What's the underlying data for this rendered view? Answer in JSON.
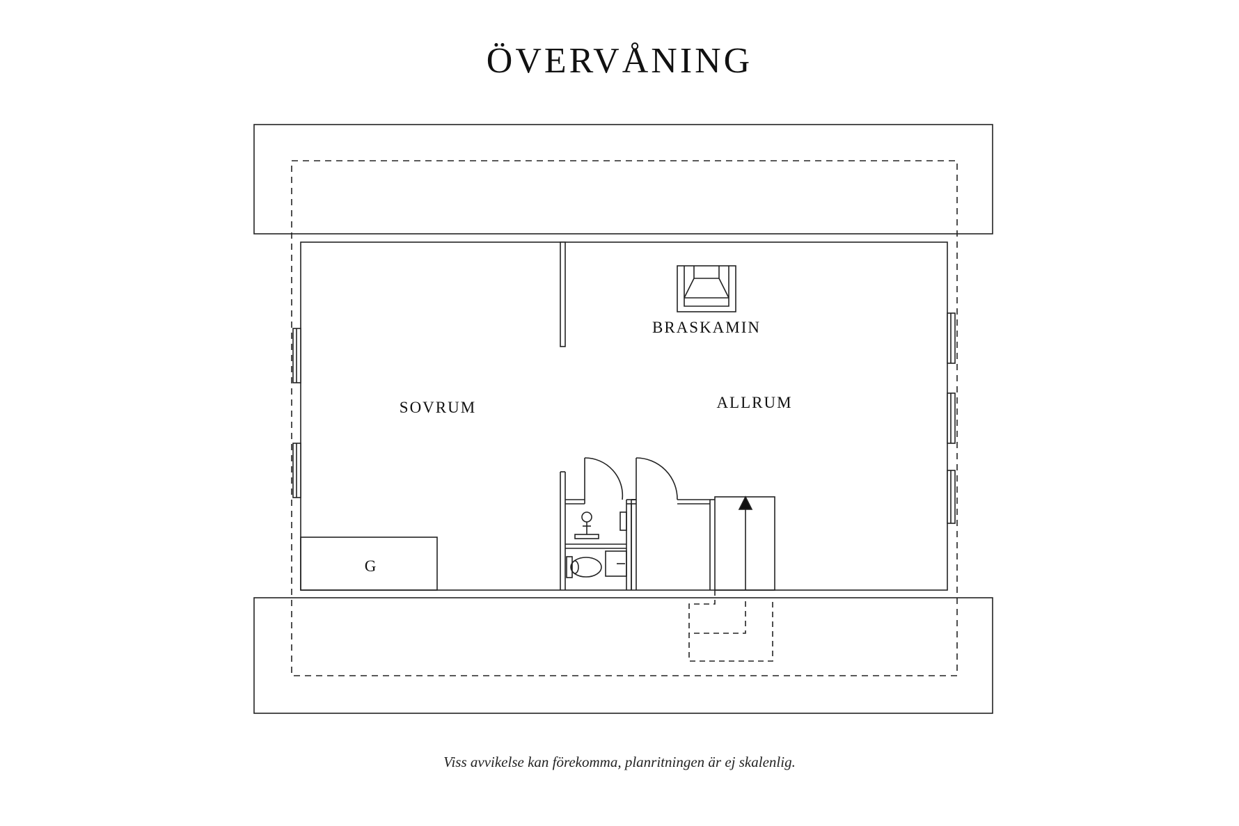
{
  "title": "ÖVERVÅNING",
  "rooms": {
    "sovrum": "SOVRUM",
    "allrum": "ALLRUM",
    "braskamin": "BRASKAMIN",
    "garderob": "G"
  },
  "disclaimer": "Viss avvikelse kan förekomma, planritningen är ej skalenlig."
}
